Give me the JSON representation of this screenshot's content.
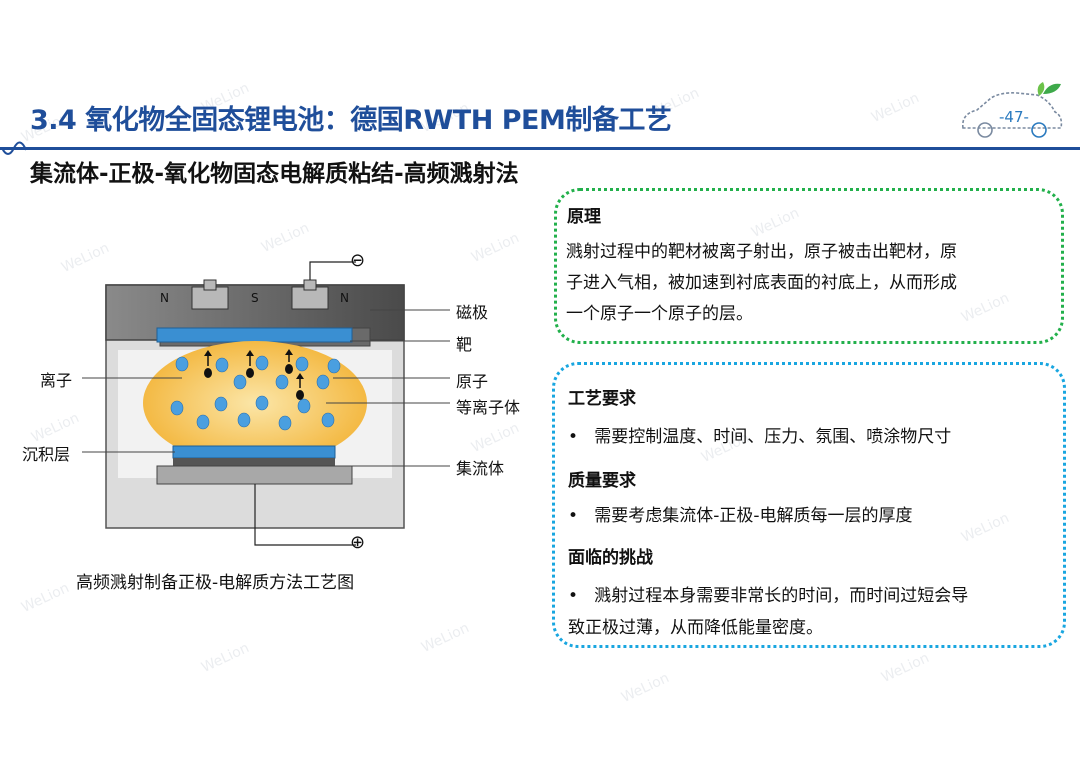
{
  "header": {
    "title": "3.4 氧化物全固态锂电池：德国RWTH PEM制备工艺",
    "subtitle": "集流体-正极-氧化物固态电解质粘结-高频溅射法",
    "page_number": "-47-"
  },
  "diagram": {
    "labels": {
      "magnet_n1": "N",
      "magnet_s": "S",
      "magnet_n2": "N",
      "minus": "⊖",
      "plus": "⊕",
      "magnetic_pole": "磁极",
      "target": "靶",
      "ion": "离子",
      "atom": "原子",
      "plasma": "等离子体",
      "deposition_layer": "沉积层",
      "current_collector": "集流体"
    },
    "caption": "高频溅射制备正极-电解质方法工艺图"
  },
  "principle": {
    "heading": "原理",
    "lines": [
      "溅射过程中的靶材被离子射出，原子被击出靶材，原",
      "子进入气相，被加速到衬底表面的衬底上，从而形成",
      "一个原子一个原子的层。"
    ]
  },
  "requirements": {
    "process_heading": "工艺要求",
    "process_bullet": "需要控制温度、时间、压力、氛围、喷涂物尺寸",
    "quality_heading": "质量要求",
    "quality_bullet": "需要考虑集流体-正极-电解质每一层的厚度",
    "challenge_heading": "面临的挑战",
    "challenge_line1": "溅射过程本身需要非常长的时间，而时间过短会导",
    "challenge_line2": "致正极过薄，从而降低能量密度。"
  },
  "watermark": "WeLion",
  "colors": {
    "title_blue": "#1f4e9a",
    "green_border": "#22b04b",
    "blue_border": "#19a6e0",
    "plasma": "#f3b53a",
    "target_blue": "#3a8fd2"
  }
}
